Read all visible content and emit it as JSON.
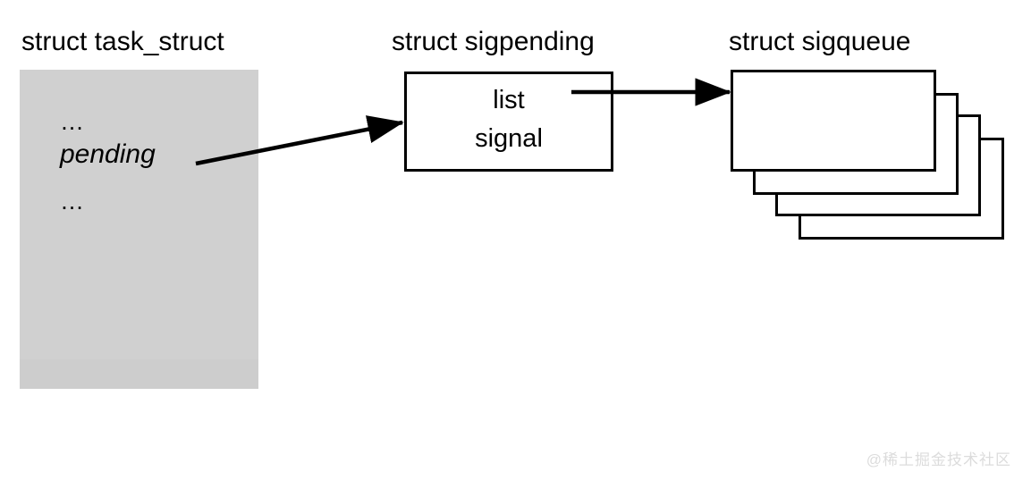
{
  "diagram": {
    "title_task_struct": "struct task_struct",
    "title_sigpending": "struct sigpending",
    "title_sigqueue": "struct sigqueue",
    "task_struct": {
      "fields": [
        {
          "label": "…",
          "style": "ellipsis"
        },
        {
          "label": "pending",
          "style": "italic"
        },
        {
          "label": "…",
          "style": "ellipsis"
        }
      ],
      "fill_color": "#d0d0d0"
    },
    "sigpending": {
      "fields": [
        {
          "label": "list"
        },
        {
          "label": "signal"
        }
      ],
      "border_color": "#000000",
      "fill_color": "#ffffff"
    },
    "sigqueue": {
      "card_count": 4,
      "cards": [
        {
          "label": ""
        },
        {
          "label": ""
        },
        {
          "label": ""
        },
        {
          "label": ""
        }
      ],
      "border_color": "#000000",
      "fill_color": "#ffffff"
    },
    "connectors": [
      {
        "name": "pending-to-sigpending",
        "from": "task_struct.pending",
        "to": "sigpending",
        "kind": "diagonal-arrow"
      },
      {
        "name": "list-to-sigqueue",
        "from": "sigpending.list",
        "to": "sigqueue",
        "kind": "horizontal-arrow"
      }
    ]
  },
  "watermark": {
    "text": "@稀土掘金技术社区",
    "color": "#dcdcdc"
  }
}
